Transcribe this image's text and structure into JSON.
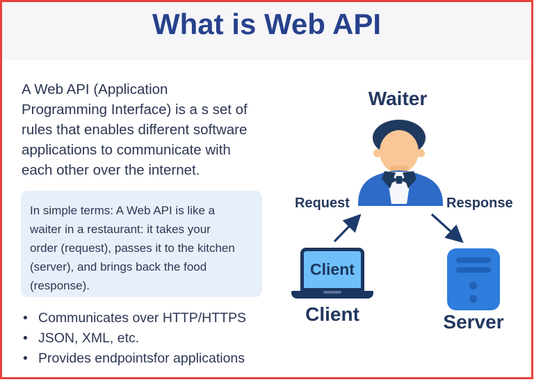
{
  "header": {
    "title": "What is Web API"
  },
  "intro": {
    "lines": [
      "A Web API (Application",
      "Programming Interface) is a s set of",
      "rules that enables different software",
      "applications to communicate with",
      "each other over the internet."
    ]
  },
  "note_box": {
    "lines": [
      "In simple terms: A Web API is like a",
      "waiter in a restaurant: it takes your",
      "order (request), passes it to the kitchen",
      "(server), and brings back the food",
      "(response)."
    ]
  },
  "bullets": {
    "marker": "•",
    "items": [
      "Communicates over HTTP/HTTPS",
      "JSON, XML, etc.",
      "Provides endpointsfor applications"
    ]
  },
  "diagram": {
    "waiter_label": "Waiter",
    "request_label": "Request",
    "response_label": "Response",
    "client_screen_label": "Client",
    "client_label": "Client",
    "server_label": "Server"
  },
  "colors": {
    "frame_border": "#e8423d",
    "title_navy": "#27418c",
    "body_text_navy": "#2c3653",
    "label_navy": "#22385f",
    "note_box_bg": "#e7f0fa",
    "suit_blue": "#2e6bc9",
    "hair_navy": "#20395e",
    "skin": "#f8c795",
    "skin_shadow": "#efb67f",
    "shirt_white": "#f5f7fa",
    "laptop_screen_blue": "#6fc0f9",
    "laptop_frame_navy": "#1a3560",
    "server_blue": "#2e7cdb",
    "server_detail_blue": "#2161b8",
    "arrow_navy": "#1d3a6b"
  }
}
